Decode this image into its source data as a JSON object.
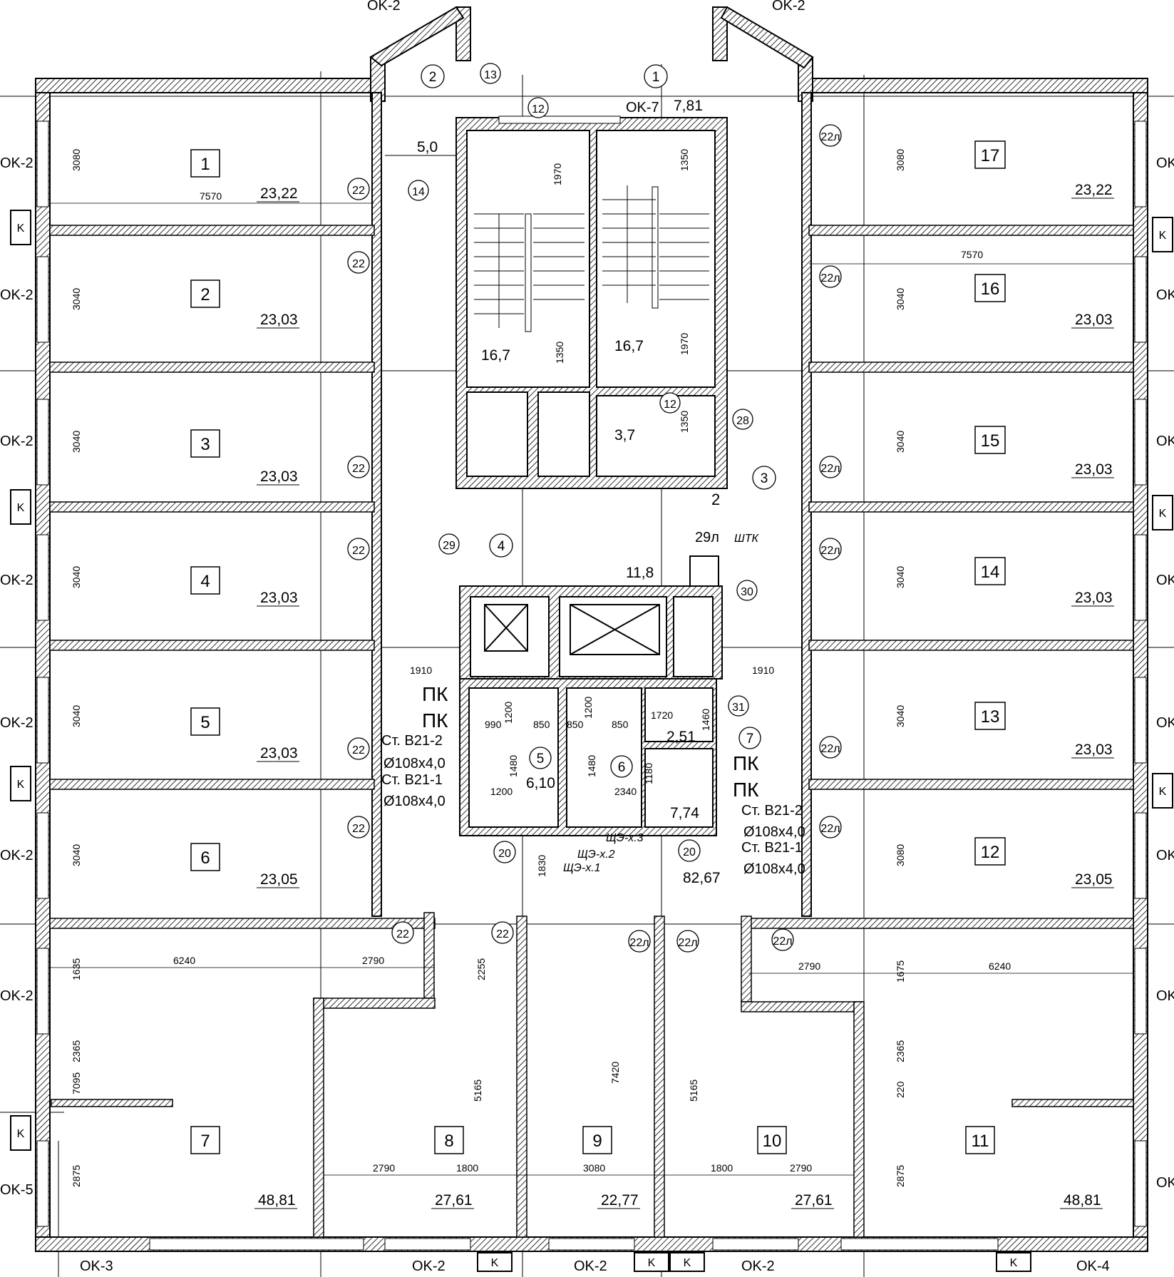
{
  "windows": {
    "top_left": "OK-2",
    "top_right": "OK-2",
    "stair_window": "OK-7",
    "left": [
      "OK-2",
      "OK-2",
      "OK-2",
      "OK-2",
      "OK-2",
      "OK-2",
      "OK-2",
      "OK-5"
    ],
    "right": [
      "OK",
      "OK",
      "OK",
      "OK",
      "OK",
      "OK",
      "OK",
      "OK"
    ],
    "bottom": [
      "OK-3",
      "OK-2",
      "OK-2",
      "OK-2",
      "OK-4"
    ]
  },
  "marker_k": "K",
  "rooms_left": [
    {
      "num": "1",
      "area": "23,22",
      "dim": "3080"
    },
    {
      "num": "2",
      "area": "23,03",
      "dim": "3040"
    },
    {
      "num": "3",
      "area": "23,03",
      "dim": "3040"
    },
    {
      "num": "4",
      "area": "23,03",
      "dim": "3040"
    },
    {
      "num": "5",
      "area": "23,03",
      "dim": "3040"
    },
    {
      "num": "6",
      "area": "23,05",
      "dim": "3040"
    }
  ],
  "rooms_right": [
    {
      "num": "17",
      "area": "23,22",
      "dim": "3080"
    },
    {
      "num": "16",
      "area": "23,03",
      "dim": "3040"
    },
    {
      "num": "15",
      "area": "23,03",
      "dim": "3040"
    },
    {
      "num": "14",
      "area": "23,03",
      "dim": "3040"
    },
    {
      "num": "13",
      "area": "23,03",
      "dim": "3040"
    },
    {
      "num": "12",
      "area": "23,05",
      "dim": "3080"
    }
  ],
  "rooms_bottom": [
    {
      "num": "7",
      "area": "48,81"
    },
    {
      "num": "8",
      "area": "27,61"
    },
    {
      "num": "9",
      "area": "22,77"
    },
    {
      "num": "10",
      "area": "27,61"
    },
    {
      "num": "11",
      "area": "48,81"
    }
  ],
  "core": {
    "room1_area": "7,81",
    "room2_area": "5,0",
    "stair_left_area": "16,7",
    "stair_right_area": "16,7",
    "vestibule_area": "3,7",
    "lobby4_area": "11,8",
    "wc5_area": "6,10",
    "wc6_area": "7,74",
    "room7_area": "2,51",
    "corridor_area": "82,67",
    "pk": "ПК",
    "stk": "ШТК",
    "riser_b21_2": "Ст. В21-2",
    "riser_b21_1": "Ст. В21-1",
    "pipe": "Ø108x4,0",
    "shz1": "ЩЭ-х.1",
    "shz2": "ЩЭ-х.2",
    "shz3": "ЩЭ-х.3"
  },
  "circles": {
    "c1": "1",
    "c2": "2",
    "c3": "3",
    "c4": "4",
    "c5": "5",
    "c6": "6",
    "c7": "7",
    "c12": "12",
    "c13": "13",
    "c14": "14",
    "c20": "20",
    "c22": "22",
    "c22l": "22л",
    "c28": "28",
    "c29": "29",
    "c29l": "29л",
    "c30": "30",
    "c31": "31"
  },
  "dims": {
    "d7570": "7570",
    "d1910": "1910",
    "d6240": "6240",
    "d2790": "2790",
    "d1635": "1635",
    "d1675": "1675",
    "d2365": "2365",
    "d7095": "7095",
    "d2875": "2875",
    "d2255": "2255",
    "d5165": "5165",
    "d7420": "7420",
    "d1800": "1800",
    "d3080": "3080",
    "d220": "220",
    "d1830": "1830",
    "d1970": "1970",
    "d1350": "1350",
    "d1200": "1200",
    "d990": "990",
    "d850": "850",
    "d1480": "1480",
    "d2340": "2340",
    "d1180": "1180",
    "d1720": "1720",
    "d1460": "1460",
    "d2": "2"
  }
}
